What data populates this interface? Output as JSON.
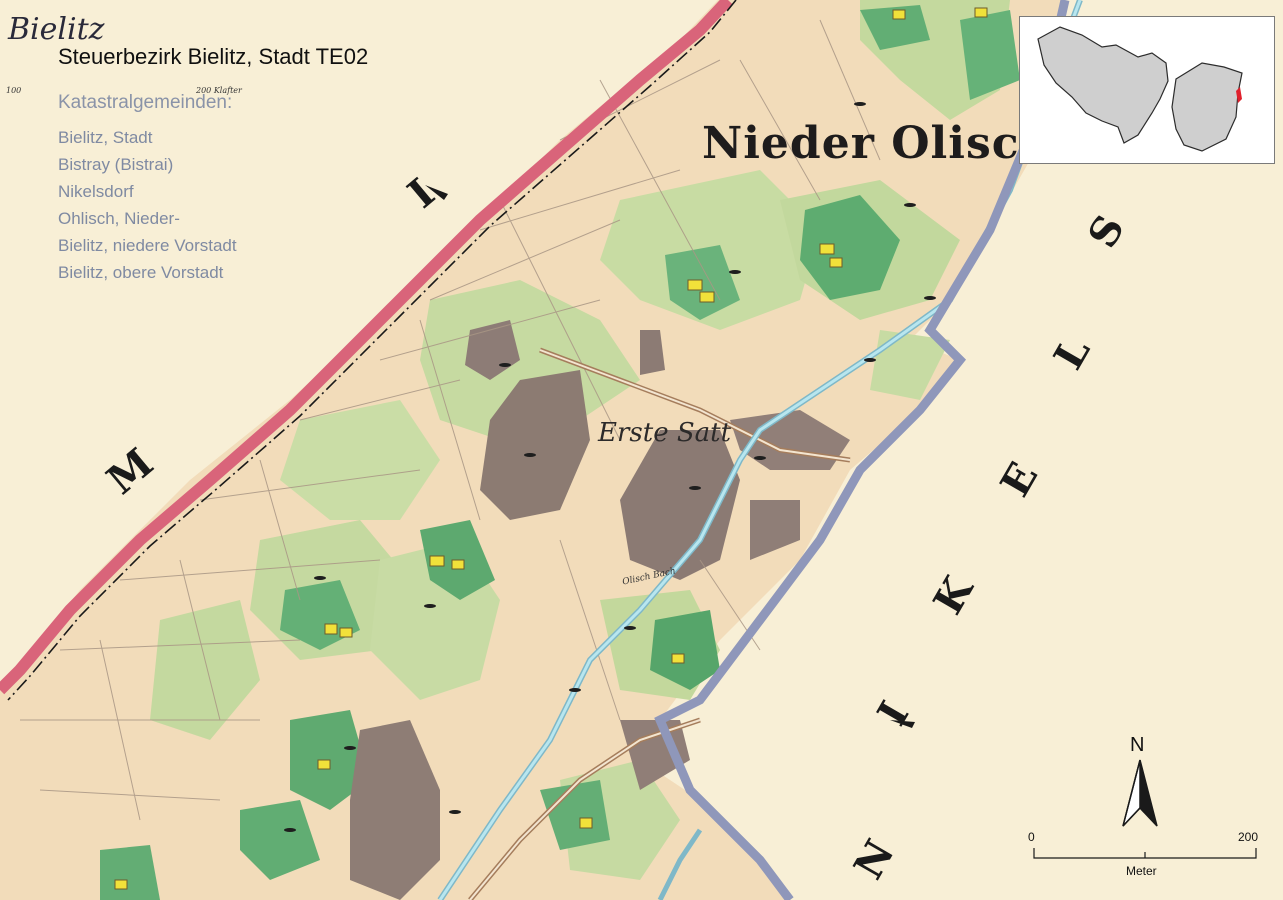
{
  "map": {
    "title": "Steuerbezirk Bielitz, Stadt TE02",
    "legend_heading": "Katastralgemeinden:",
    "legend_items": [
      "Bielitz, Stadt",
      "Bistray (Bistrai)",
      "Nikelsdorf",
      "Ohlisch, Nieder-",
      "Bielitz, niedere Vorstadt",
      "Bielitz, obere Vorstadt"
    ],
    "historic_title": "Bielitz",
    "scale_mini_left": "100",
    "scale_mini_right": "200 Klafter",
    "place_name": "Nieder Olisch",
    "field_name": "Erste Satt",
    "brook_name": "Olisch Bach",
    "big_letters_left": [
      "I",
      "M"
    ],
    "big_letters_right": [
      "S",
      "L",
      "E",
      "K",
      "I",
      "N"
    ]
  },
  "scale": {
    "zero_label": "0",
    "max_label": "200",
    "unit": "Meter"
  },
  "north": {
    "label": "N"
  },
  "colors": {
    "paper": "#f6ecd0",
    "parcel": "#f3dcb8",
    "meadow": "#c3d9a0",
    "garden": "#5fae72",
    "forest": "#8e7c74",
    "building": "#f2e23b",
    "boundary_pink": "#d9647a",
    "boundary_blue": "#8f97ba",
    "stream": "#8fd0dc"
  }
}
